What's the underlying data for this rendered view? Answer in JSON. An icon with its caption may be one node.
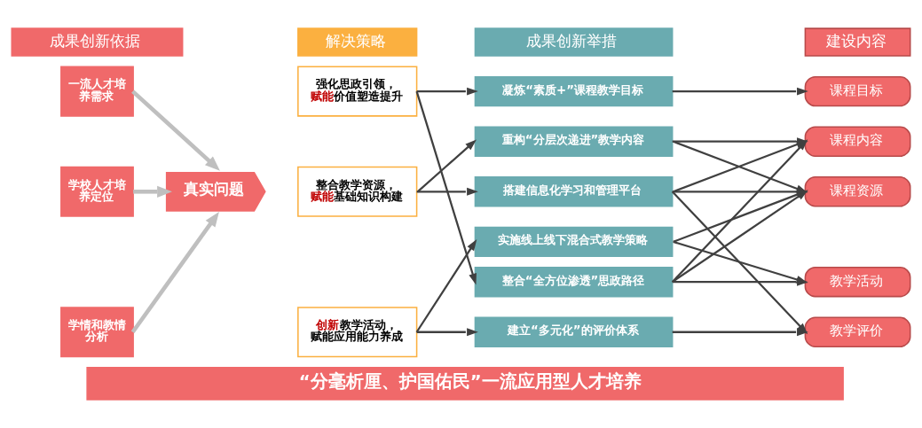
{
  "diagram": {
    "nodes": [
      {
        "text": [
          "成果创新依据"
        ]
      },
      {
        "text": [
          "一流人才培养需求"
        ]
      },
      {
        "text": [
          "学校人才培养定位"
        ]
      },
      {
        "text": [
          "学情和教情分析"
        ]
      },
      {
        "text": [
          "真实问题"
        ]
      },
      {
        "text": [
          "解决策略"
        ]
      },
      {
        "text": [
          "强化思政引领，**赋能**价值塑造提升"
        ]
      },
      {
        "text": [
          "整合教学资源，**赋能**基础知识构建"
        ]
      },
      {
        "text": [
          "**创新**教学活动，赋能应用能力养成"
        ]
      },
      {
        "text": [
          "成果创新举措"
        ]
      },
      {
        "text": [
          "凝炼“素质+”课程教学目标"
        ]
      },
      {
        "text": [
          "重构“分层次递进”教学内容"
        ]
      },
      {
        "text": [
          "搭建信息化学习和管理平台"
        ]
      },
      {
        "text": [
          "实施线上线下混合式教学策略"
        ]
      },
      {
        "text": [
          "整合“全方位渗透”思政路径"
        ]
      },
      {
        "text": [
          "建立“多元化”的评价体系"
        ]
      },
      {
        "text": [
          "建设内容"
        ]
      },
      {
        "text": [
          "课程目标"
        ]
      },
      {
        "text": [
          "课程内容"
        ]
      },
      {
        "text": [
          "课程资源"
        ]
      },
      {
        "text": [
          "教学活动"
        ]
      },
      {
        "text": [
          "教学评价"
        ]
      },
      {
        "text": [
          "“分毫析厘、护国佑民”一流应用型人才培养"
        ]
      }
    ],
    "edges": [
      {
        "from": 1,
        "to": 4,
        "arrow": "to",
        "style": "thick",
        "color": "#bfbfbf"
      },
      {
        "from": 2,
        "to": 4,
        "arrow": "to",
        "style": "thick",
        "color": "#bfbfbf"
      },
      {
        "from": 3,
        "to": 4,
        "arrow": "to",
        "style": "thick",
        "color": "#bfbfbf"
      },
      {
        "from": 6,
        "to": 10,
        "arrow": "to"
      },
      {
        "from": 6,
        "to": 14,
        "arrow": "to"
      },
      {
        "from": 7,
        "to": 11,
        "arrow": "to"
      },
      {
        "from": 7,
        "to": 12,
        "arrow": "to"
      },
      {
        "from": 8,
        "to": 13,
        "arrow": "to"
      },
      {
        "from": 8,
        "to": 15,
        "arrow": "to"
      },
      {
        "from": 10,
        "to": 17,
        "arrow": "to"
      },
      {
        "from": 11,
        "to": 18,
        "arrow": "to"
      },
      {
        "from": 11,
        "to": 19,
        "arrow": "to"
      },
      {
        "from": 12,
        "to": 18,
        "arrow": "to"
      },
      {
        "from": 12,
        "to": 19,
        "arrow": "to"
      },
      {
        "from": 12,
        "to": 21,
        "arrow": "to"
      },
      {
        "from": 13,
        "to": 19,
        "arrow": "to"
      },
      {
        "from": 13,
        "to": 20,
        "arrow": "to"
      },
      {
        "from": 14,
        "to": 18,
        "arrow": "to"
      },
      {
        "from": 14,
        "to": 19,
        "arrow": "to"
      },
      {
        "from": 14,
        "to": 20,
        "arrow": "to"
      },
      {
        "from": 15,
        "to": 21,
        "arrow": "to"
      }
    ]
  }
}
